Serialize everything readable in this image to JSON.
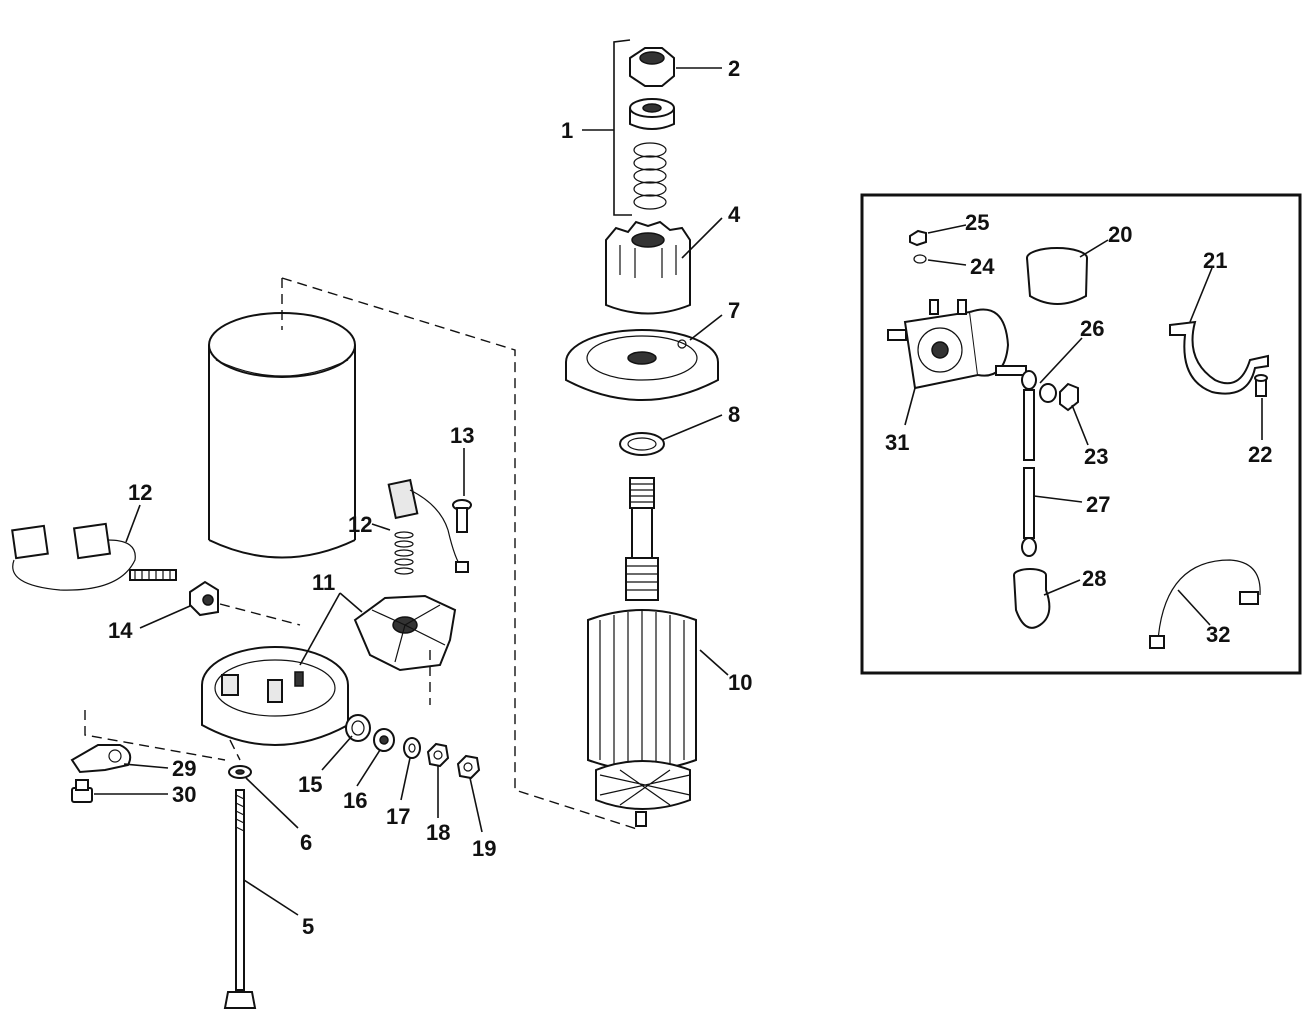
{
  "callouts": [
    "1",
    "2",
    "4",
    "7",
    "8",
    "10",
    "13",
    "12",
    "12",
    "11",
    "14",
    "29",
    "30",
    "6",
    "5",
    "15",
    "16",
    "17",
    "18",
    "19",
    "25",
    "24",
    "20",
    "21",
    "26",
    "31",
    "23",
    "22",
    "27",
    "28",
    "32"
  ]
}
